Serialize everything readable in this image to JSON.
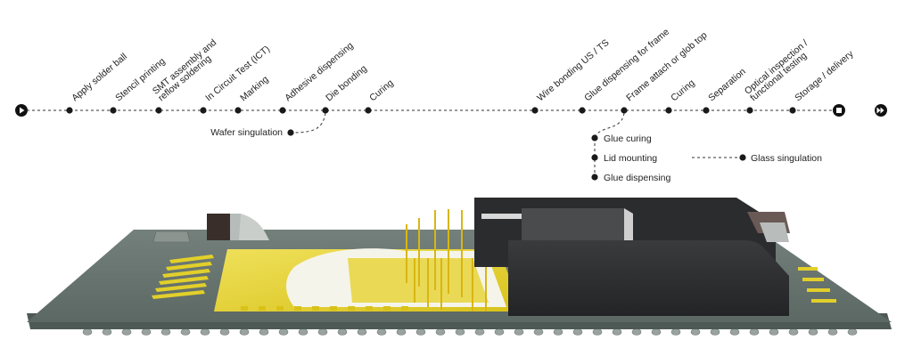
{
  "process_steps": [
    "Apply solder ball",
    "Stencil printing",
    "SMT assembly and reflow soldering",
    "In Circuit Test (ICT)",
    "Marking",
    "Adhesive dispensing",
    "Die bonding",
    "Curing",
    "Wire bonding US / TS",
    "Glue dispensing for frame",
    "Frame attach or glob top",
    "Curing",
    "Separation",
    "Optical inspection / functional testing",
    "Storage / delivery"
  ],
  "smt_lines": [
    "SMT assembly and",
    "reflow soldering"
  ],
  "optical_lines": [
    "Optical inspection /",
    "functional testing"
  ],
  "branch_wafer": "Wafer singulation",
  "branch_glue": [
    "Glue curing",
    "Lid mounting",
    "Glue dispensing"
  ],
  "branch_glass": "Glass singulation",
  "icons": {
    "start": "play-icon",
    "stop": "stop-icon",
    "next": "fast-forward-icon"
  },
  "colors": {
    "substrate": "#5e6b66",
    "gold": "#e6d21e",
    "lid": "#2e2f31"
  }
}
